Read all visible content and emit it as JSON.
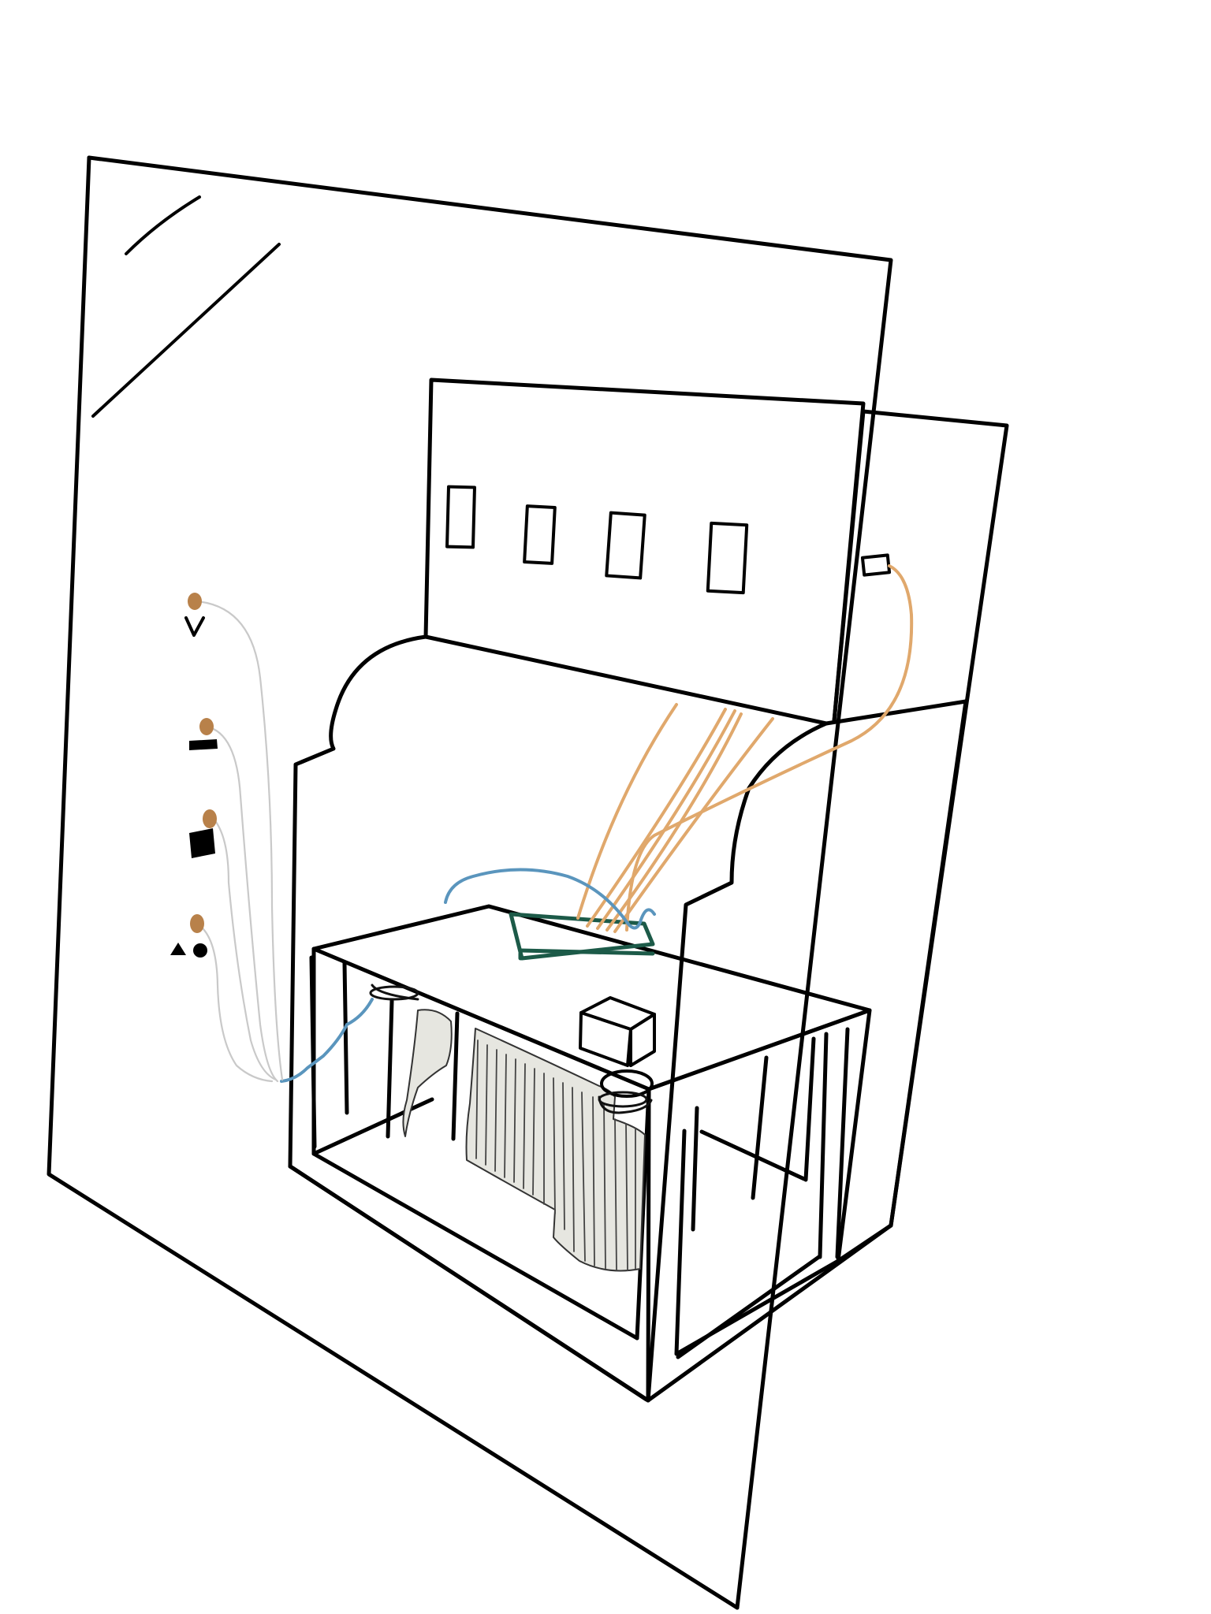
{
  "colors": {
    "line": "#000000",
    "cables_orange": "#e0a86c",
    "cables_grey": "#c9c9c9",
    "cable_blue": "#5a95bd",
    "bracket_green": "#1c5a48",
    "knob_brown": "#b8814a",
    "fabric": "#e6e6e0"
  },
  "glass_panel_controls": [
    {
      "id": "control-v",
      "symbol": "v-shape"
    },
    {
      "id": "control-bar",
      "symbol": "bar"
    },
    {
      "id": "control-square",
      "symbol": "square"
    },
    {
      "id": "control-triangle-circle",
      "symbol": "triangle-and-circle"
    }
  ],
  "stage_windows": 4,
  "orange_cable_count": 6,
  "grey_cable_count": 4
}
